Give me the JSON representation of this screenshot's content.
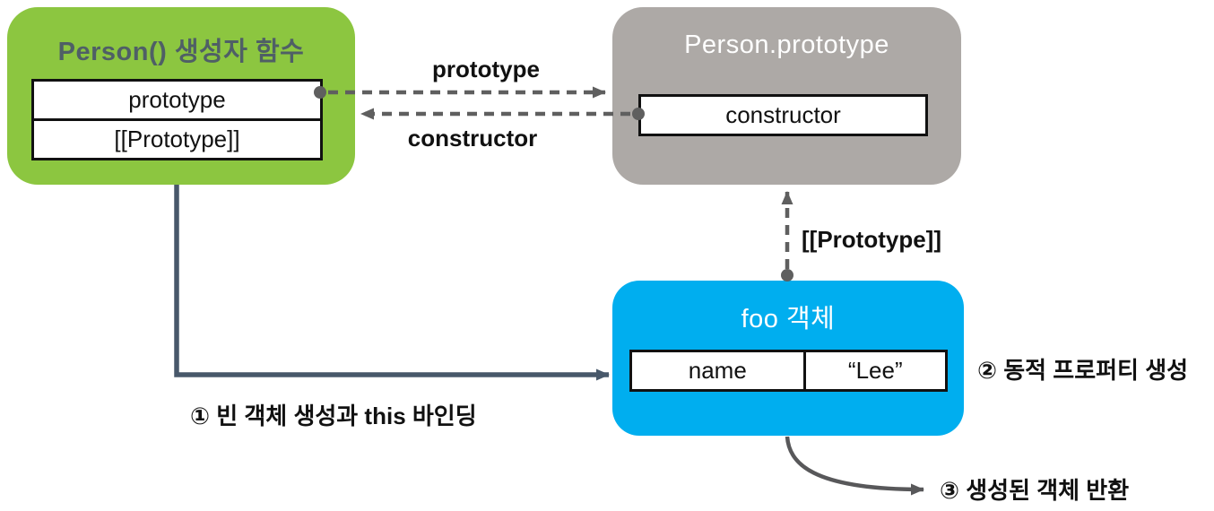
{
  "colors": {
    "canvas_bg": "#FFFFFF",
    "green_fill": "#8CC640",
    "green_title": "#4F5F66",
    "gray_fill": "#ADA9A6",
    "blue_fill": "#00AEEF",
    "light_title": "#FFFFFF",
    "slot_bg": "#FFFFFF",
    "slot_border": "#111111",
    "slot_text": "#111111",
    "dashed_arrow": "#5F5F5F",
    "solid_arrow": "#48586A",
    "curve_arrow": "#58585A",
    "label_text": "#111111"
  },
  "nodes": {
    "person_constructor": {
      "title": "Person() 생성자 함수",
      "slots": [
        "prototype",
        "[[Prototype]]"
      ]
    },
    "person_prototype": {
      "title": "Person.prototype",
      "slots": [
        "constructor"
      ]
    },
    "foo_object": {
      "title": "foo 객체",
      "property": {
        "key": "name",
        "value": "“Lee”"
      }
    }
  },
  "edges": {
    "prototype_label": "prototype",
    "constructor_label": "constructor",
    "internal_prototype_label": "[[Prototype]]"
  },
  "steps": {
    "step1": "① 빈 객체 생성과 this 바인딩",
    "step2": "② 동적 프로퍼티 생성",
    "step3": "③ 생성된 객체 반환"
  }
}
